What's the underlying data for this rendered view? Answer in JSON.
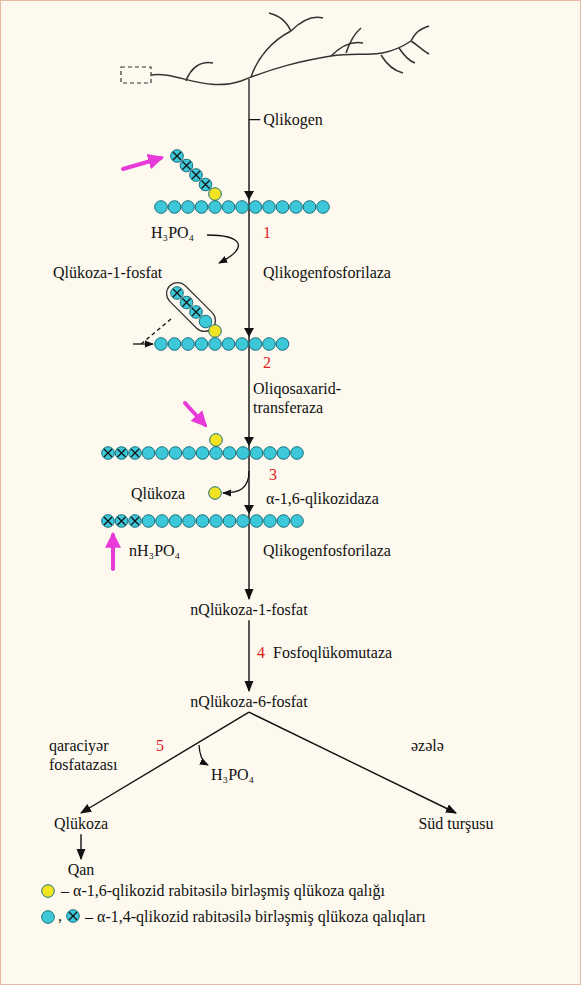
{
  "diagram": {
    "nodes": [
      {
        "text": [
          "Qlikogen"
        ]
      },
      {
        "text": [
          "nQlükoza-1-fosfat"
        ]
      },
      {
        "text": [
          "nQlükoza-6-fosfat"
        ]
      },
      {
        "text": [
          "Qlükoza"
        ]
      },
      {
        "text": [
          "Süd turşusu"
        ]
      },
      {
        "text": [
          "Qan"
        ]
      }
    ],
    "edges": [
      {
        "from": 0,
        "to": 1,
        "arrow": "to"
      },
      {
        "from": 1,
        "to": 2,
        "arrow": "to"
      },
      {
        "from": 2,
        "to": 3,
        "arrow": "to"
      },
      {
        "from": 2,
        "to": 4,
        "arrow": "to"
      },
      {
        "from": 3,
        "to": 5,
        "arrow": "to"
      }
    ],
    "labels": [
      "H₃PO₄",
      "1",
      "Qlükoza-1-fosfat",
      "Qlikogenfosforilaza",
      "2",
      "Oliqosaxarid- transferaza",
      "3",
      "α-1,6-qlikozidaza",
      "Qlükoza",
      "nH₃PO₄",
      "Qlikogenfosforilaza",
      "4",
      "Fosfoqlükomutaza",
      "qaraciyər fosfatazası",
      "5",
      "əzələ",
      "H₃PO₄",
      ","
    ],
    "legend": [
      {
        "text": "– α-1,6-qlikozid rabitəsilə birləşmiş qlükoza qalığı",
        "color": "#f2e422"
      },
      {
        "text": "– α-1,4-qlikozid rabitəsilə birləşmiş qlükoza qalıqları",
        "color": "#3cc8d8"
      }
    ]
  }
}
